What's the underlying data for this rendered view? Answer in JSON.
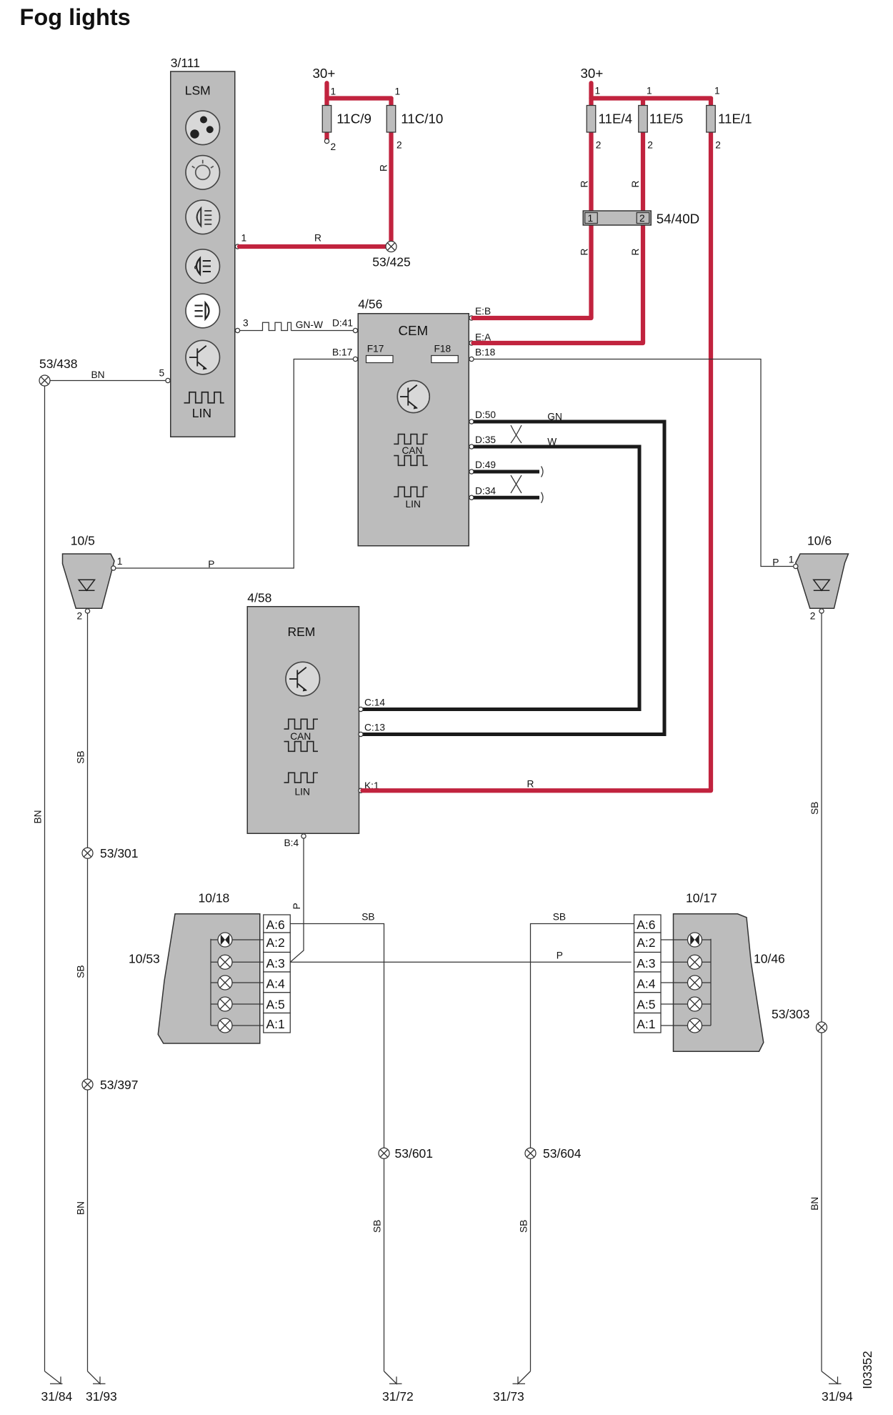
{
  "title": "Fog lights",
  "doc_id": "I03352",
  "colors": {
    "power_wire": "#c1233e",
    "bus_wire": "#1a1a1a",
    "module_fill": "#bcbcbc",
    "signal_wire": "#333333"
  },
  "modules": {
    "lsm": {
      "ref": "3/111",
      "name": "LSM",
      "lin": "LIN",
      "icons": [
        "light-switch-icon",
        "dashboard-light-icon",
        "headlamp-icon",
        "front-fog-icon",
        "rear-fog-icon",
        "transistor-icon",
        "lin-bus-icon"
      ],
      "pins": {
        "p1": "1",
        "p3": "3",
        "p5": "5"
      }
    },
    "cem": {
      "ref": "4/56",
      "name": "CEM",
      "can": "CAN",
      "lin": "LIN",
      "fuses": {
        "f17": "F17",
        "f18": "F18"
      },
      "pins": {
        "eb": "E:B",
        "ea": "E:A",
        "b18": "B:18",
        "b17": "B:17",
        "d41": "D:41",
        "d50": "D:50",
        "d35": "D:35",
        "d49": "D:49",
        "d34": "D:34"
      }
    },
    "rem": {
      "ref": "4/58",
      "name": "REM",
      "can": "CAN",
      "lin": "LIN",
      "pins": {
        "c14": "C:14",
        "c13": "C:13",
        "k1": "K:1",
        "b4": "B:4"
      }
    }
  },
  "power": {
    "left": {
      "label": "30+",
      "fuses": [
        "11C/9",
        "11C/10"
      ]
    },
    "right": {
      "label": "30+",
      "fuses": [
        "11E/4",
        "11E/5",
        "11E/1"
      ]
    },
    "fuse_pins": {
      "top": "1",
      "bottom": "2"
    }
  },
  "connector_54_40d": {
    "ref": "54/40D",
    "pins": [
      "1",
      "2"
    ]
  },
  "splices": [
    "53/425",
    "53/438",
    "53/301",
    "53/397",
    "53/601",
    "53/604",
    "53/303"
  ],
  "fog_lamps": {
    "left": {
      "ref": "10/5",
      "pin1": "1",
      "pin2": "2"
    },
    "right": {
      "ref": "10/6",
      "pin1": "1",
      "pin2": "2"
    }
  },
  "rear_lamps": {
    "left": {
      "ref": "10/18",
      "side": "10/53"
    },
    "right": {
      "ref": "10/17",
      "side": "10/46"
    },
    "pins": [
      "A:6",
      "A:2",
      "A:3",
      "A:4",
      "A:5",
      "A:1"
    ]
  },
  "wire_colors": {
    "red": "R",
    "brown": "BN",
    "green_white": "GN-W",
    "pink": "P",
    "green": "GN",
    "white": "W",
    "black": "SB"
  },
  "grounds": [
    "31/84",
    "31/93",
    "31/72",
    "31/73",
    "31/94"
  ]
}
